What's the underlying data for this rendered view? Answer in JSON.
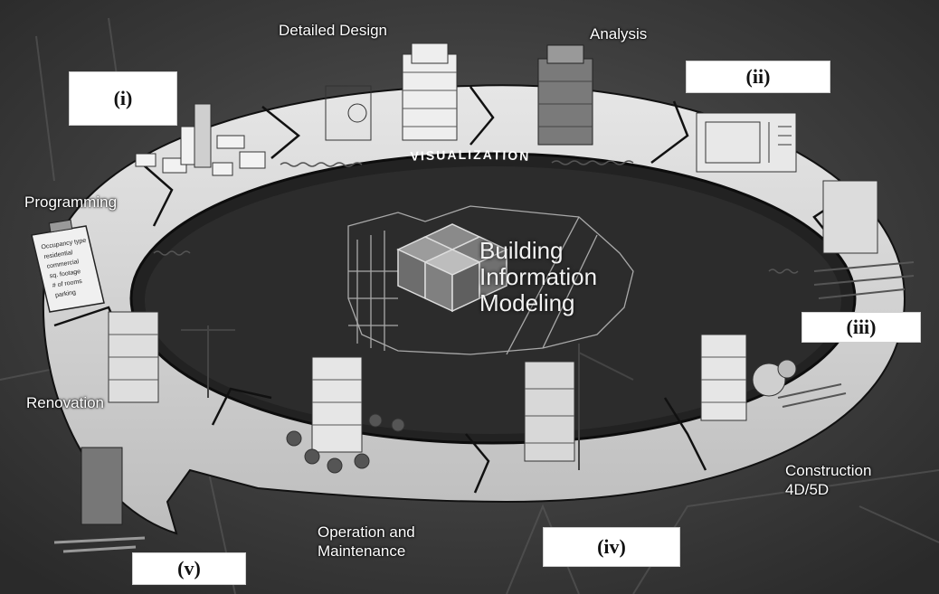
{
  "stages": {
    "detailed_design": "Detailed Design",
    "analysis": "Analysis",
    "programming": "Programming",
    "renovation": "Renovation",
    "operation_line1": "Operation and",
    "operation_line2": "Maintenance",
    "construction_line1": "Construction",
    "construction_line2": "4D/5D"
  },
  "placeholders": {
    "i": "(i)",
    "ii": "(ii)",
    "iii": "(iii)",
    "iv": "(iv)",
    "v": "(v)"
  },
  "center": {
    "line1": "Building",
    "line2": "Information",
    "line3": "Modeling"
  },
  "ring_label": "VISUALIZATION",
  "clipboard_lines": [
    "Occupancy type",
    "residential",
    "commercial",
    "sq. footage",
    "# of rooms",
    "parking"
  ],
  "colors": {
    "background": "#3a3a3a",
    "ring": "#d4d4d4",
    "ring_edge": "#1a1a1a",
    "inner": "#232323"
  }
}
